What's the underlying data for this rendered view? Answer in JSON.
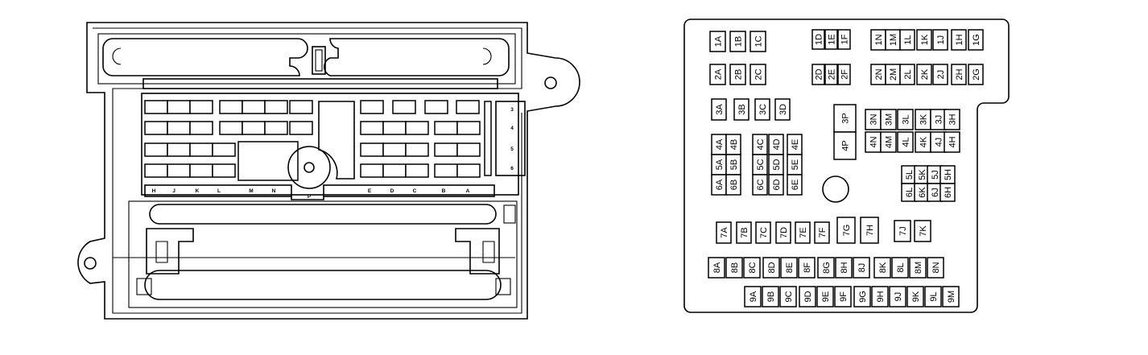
{
  "left_panel": {
    "row_letters": [
      "H",
      "J",
      "K",
      "L",
      "M",
      "N",
      "P",
      "E",
      "D",
      "C",
      "B",
      "A"
    ],
    "column_numbers": [
      "3",
      "4",
      "5",
      "6"
    ]
  },
  "right_panel": {
    "fuses": [
      {
        "label": "1A"
      },
      {
        "label": "1B"
      },
      {
        "label": "1C"
      },
      {
        "label": "1D"
      },
      {
        "label": "1E"
      },
      {
        "label": "1F"
      },
      {
        "label": "1N"
      },
      {
        "label": "1M"
      },
      {
        "label": "1L"
      },
      {
        "label": "1K"
      },
      {
        "label": "1J"
      },
      {
        "label": "1H"
      },
      {
        "label": "1G"
      },
      {
        "label": "2A"
      },
      {
        "label": "2B"
      },
      {
        "label": "2C"
      },
      {
        "label": "2D"
      },
      {
        "label": "2E"
      },
      {
        "label": "2F"
      },
      {
        "label": "2N"
      },
      {
        "label": "2M"
      },
      {
        "label": "2L"
      },
      {
        "label": "2K"
      },
      {
        "label": "2J"
      },
      {
        "label": "2H"
      },
      {
        "label": "2G"
      },
      {
        "label": "3A"
      },
      {
        "label": "3B"
      },
      {
        "label": "3C"
      },
      {
        "label": "3D"
      },
      {
        "label": "3P"
      },
      {
        "label": "4P"
      },
      {
        "label": "3N"
      },
      {
        "label": "3M"
      },
      {
        "label": "3L"
      },
      {
        "label": "3K"
      },
      {
        "label": "3J"
      },
      {
        "label": "3H"
      },
      {
        "label": "4N"
      },
      {
        "label": "4M"
      },
      {
        "label": "4L"
      },
      {
        "label": "4K"
      },
      {
        "label": "4J"
      },
      {
        "label": "4H"
      },
      {
        "label": "4A"
      },
      {
        "label": "4B"
      },
      {
        "label": "5A"
      },
      {
        "label": "5B"
      },
      {
        "label": "6A"
      },
      {
        "label": "6B"
      },
      {
        "label": "4C"
      },
      {
        "label": "4D"
      },
      {
        "label": "4E"
      },
      {
        "label": "5C"
      },
      {
        "label": "5D"
      },
      {
        "label": "5E"
      },
      {
        "label": "6C"
      },
      {
        "label": "6D"
      },
      {
        "label": "6E"
      },
      {
        "label": "5L"
      },
      {
        "label": "5K"
      },
      {
        "label": "5J"
      },
      {
        "label": "5H"
      },
      {
        "label": "6L"
      },
      {
        "label": "6K"
      },
      {
        "label": "6J"
      },
      {
        "label": "6H"
      },
      {
        "label": "7A"
      },
      {
        "label": "7B"
      },
      {
        "label": "7C"
      },
      {
        "label": "7D"
      },
      {
        "label": "7E"
      },
      {
        "label": "7F"
      },
      {
        "label": "7G"
      },
      {
        "label": "7H"
      },
      {
        "label": "7J"
      },
      {
        "label": "7K"
      },
      {
        "label": "8A"
      },
      {
        "label": "8B"
      },
      {
        "label": "8C"
      },
      {
        "label": "8D"
      },
      {
        "label": "8E"
      },
      {
        "label": "8F"
      },
      {
        "label": "8G"
      },
      {
        "label": "8H"
      },
      {
        "label": "8J"
      },
      {
        "label": "8K"
      },
      {
        "label": "8L"
      },
      {
        "label": "8M"
      },
      {
        "label": "8N"
      },
      {
        "label": "9A"
      },
      {
        "label": "9B"
      },
      {
        "label": "9C"
      },
      {
        "label": "9D"
      },
      {
        "label": "9E"
      },
      {
        "label": "9F"
      },
      {
        "label": "9G"
      },
      {
        "label": "9H"
      },
      {
        "label": "9J"
      },
      {
        "label": "9K"
      },
      {
        "label": "9L"
      },
      {
        "label": "9M"
      }
    ]
  }
}
